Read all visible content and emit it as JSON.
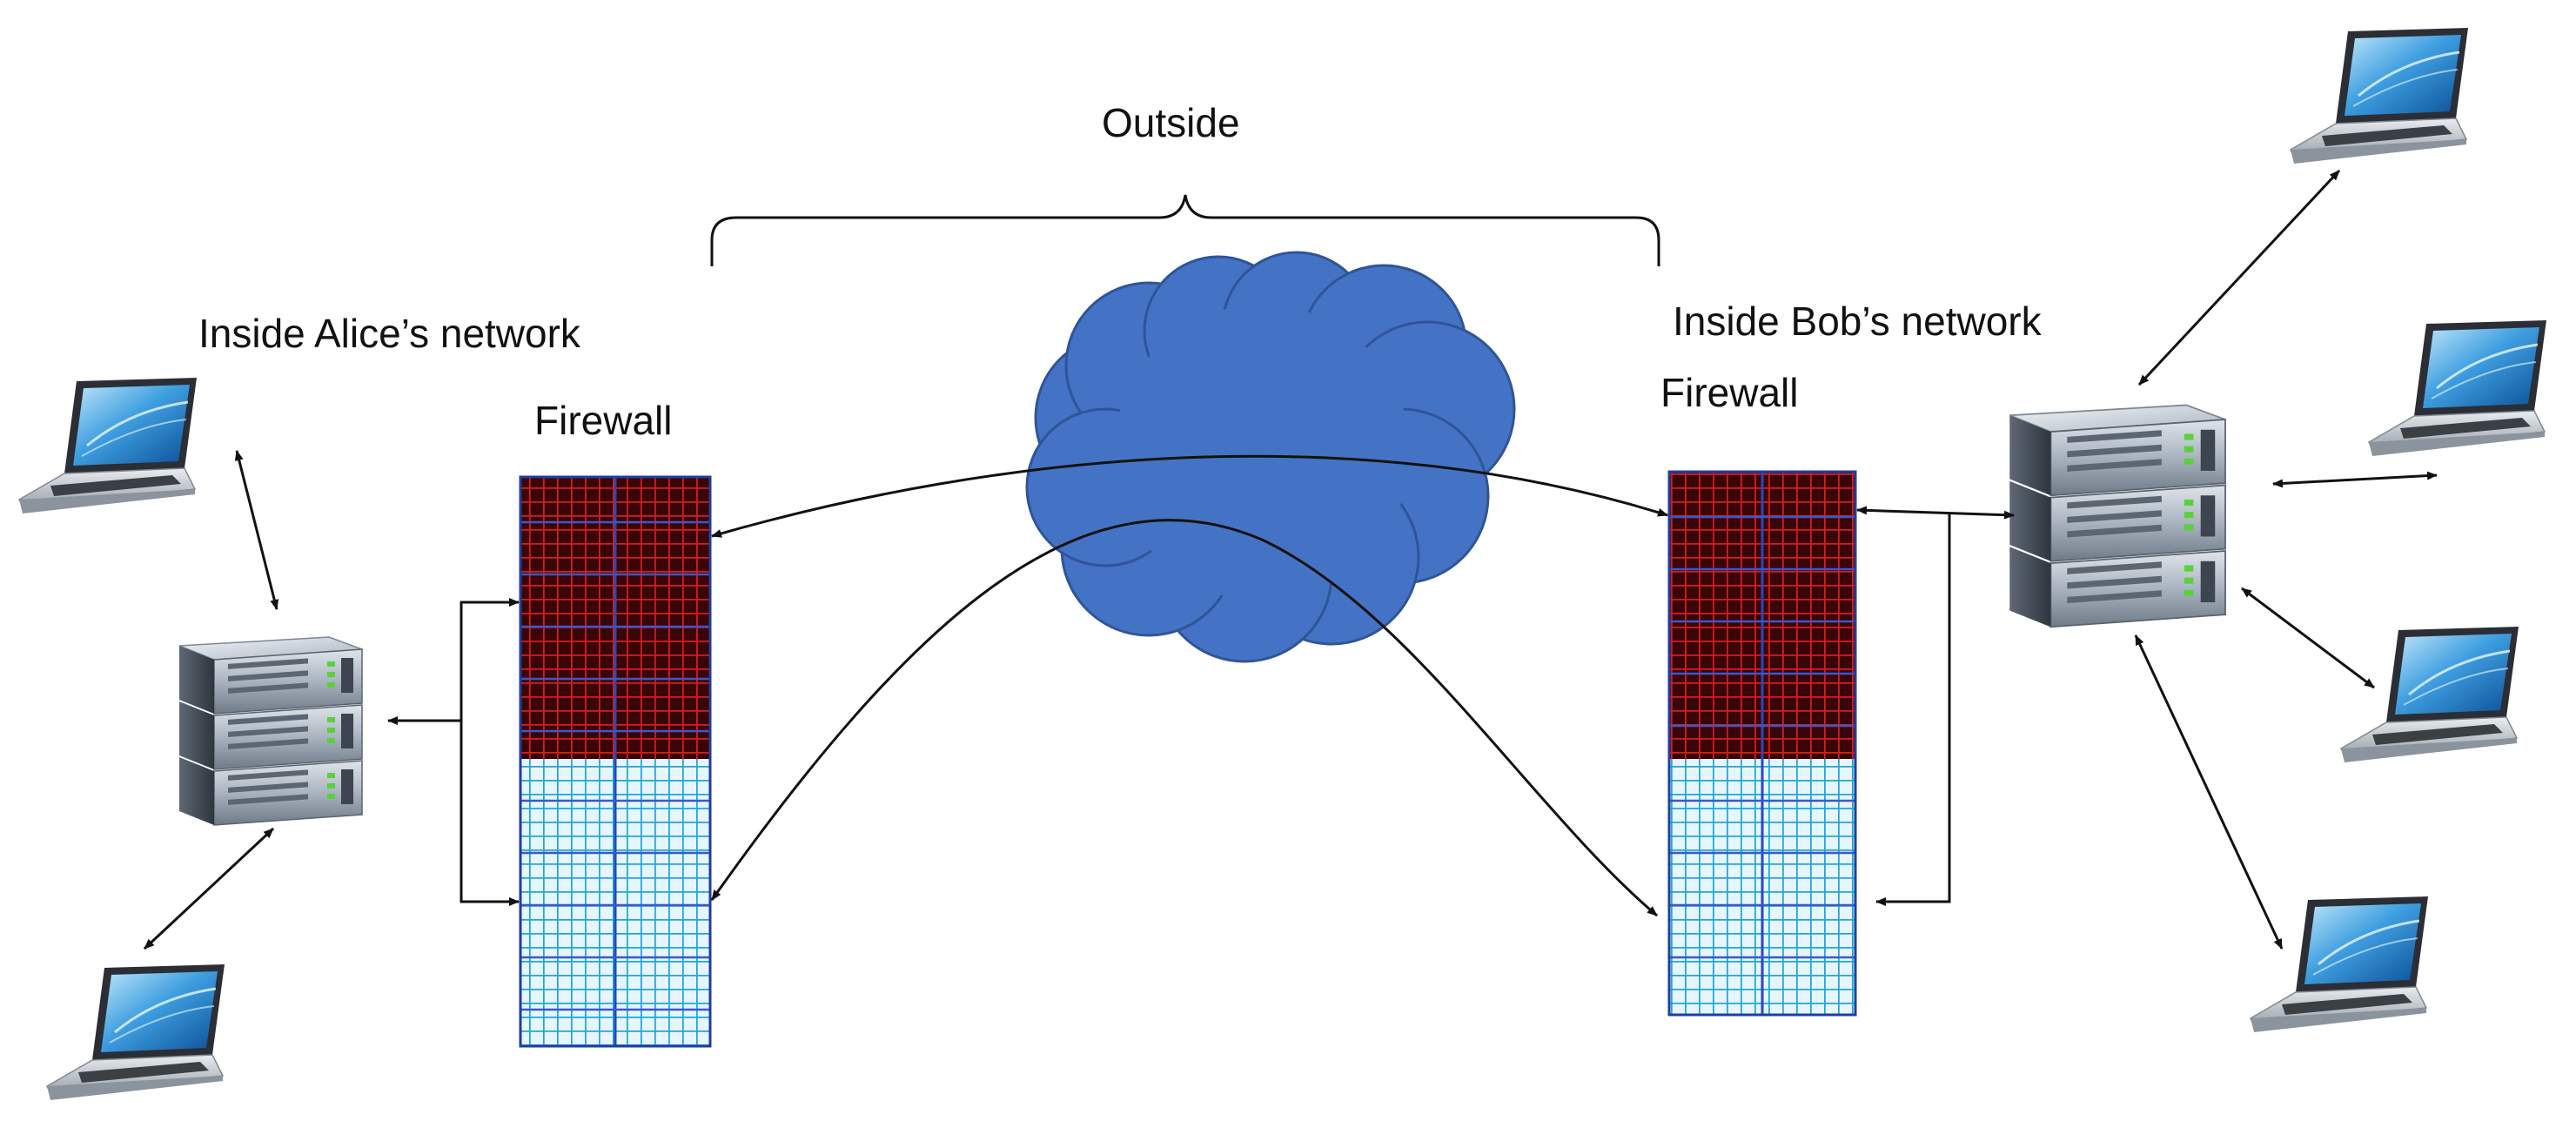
{
  "labels": {
    "outside": "Outside",
    "alice_network": "Inside Alice’s network",
    "bob_network": "Inside Bob’s network",
    "firewall_left": "Firewall",
    "firewall_right": "Firewall"
  },
  "colors": {
    "cloud": "#4472c4",
    "firewall_top_fill": "#3a0508",
    "firewall_top_grid": "#d41e1e",
    "firewall_top_line": "#3050c0",
    "firewall_bottom_fill": "#e6f6ff",
    "firewall_bottom_grid": "#22a5d8",
    "firewall_bottom_line": "#1a40b0",
    "arrow": "#111111"
  },
  "icons": {
    "server": "server-rack-icon",
    "laptop": "laptop-icon",
    "cloud": "cloud-icon"
  }
}
